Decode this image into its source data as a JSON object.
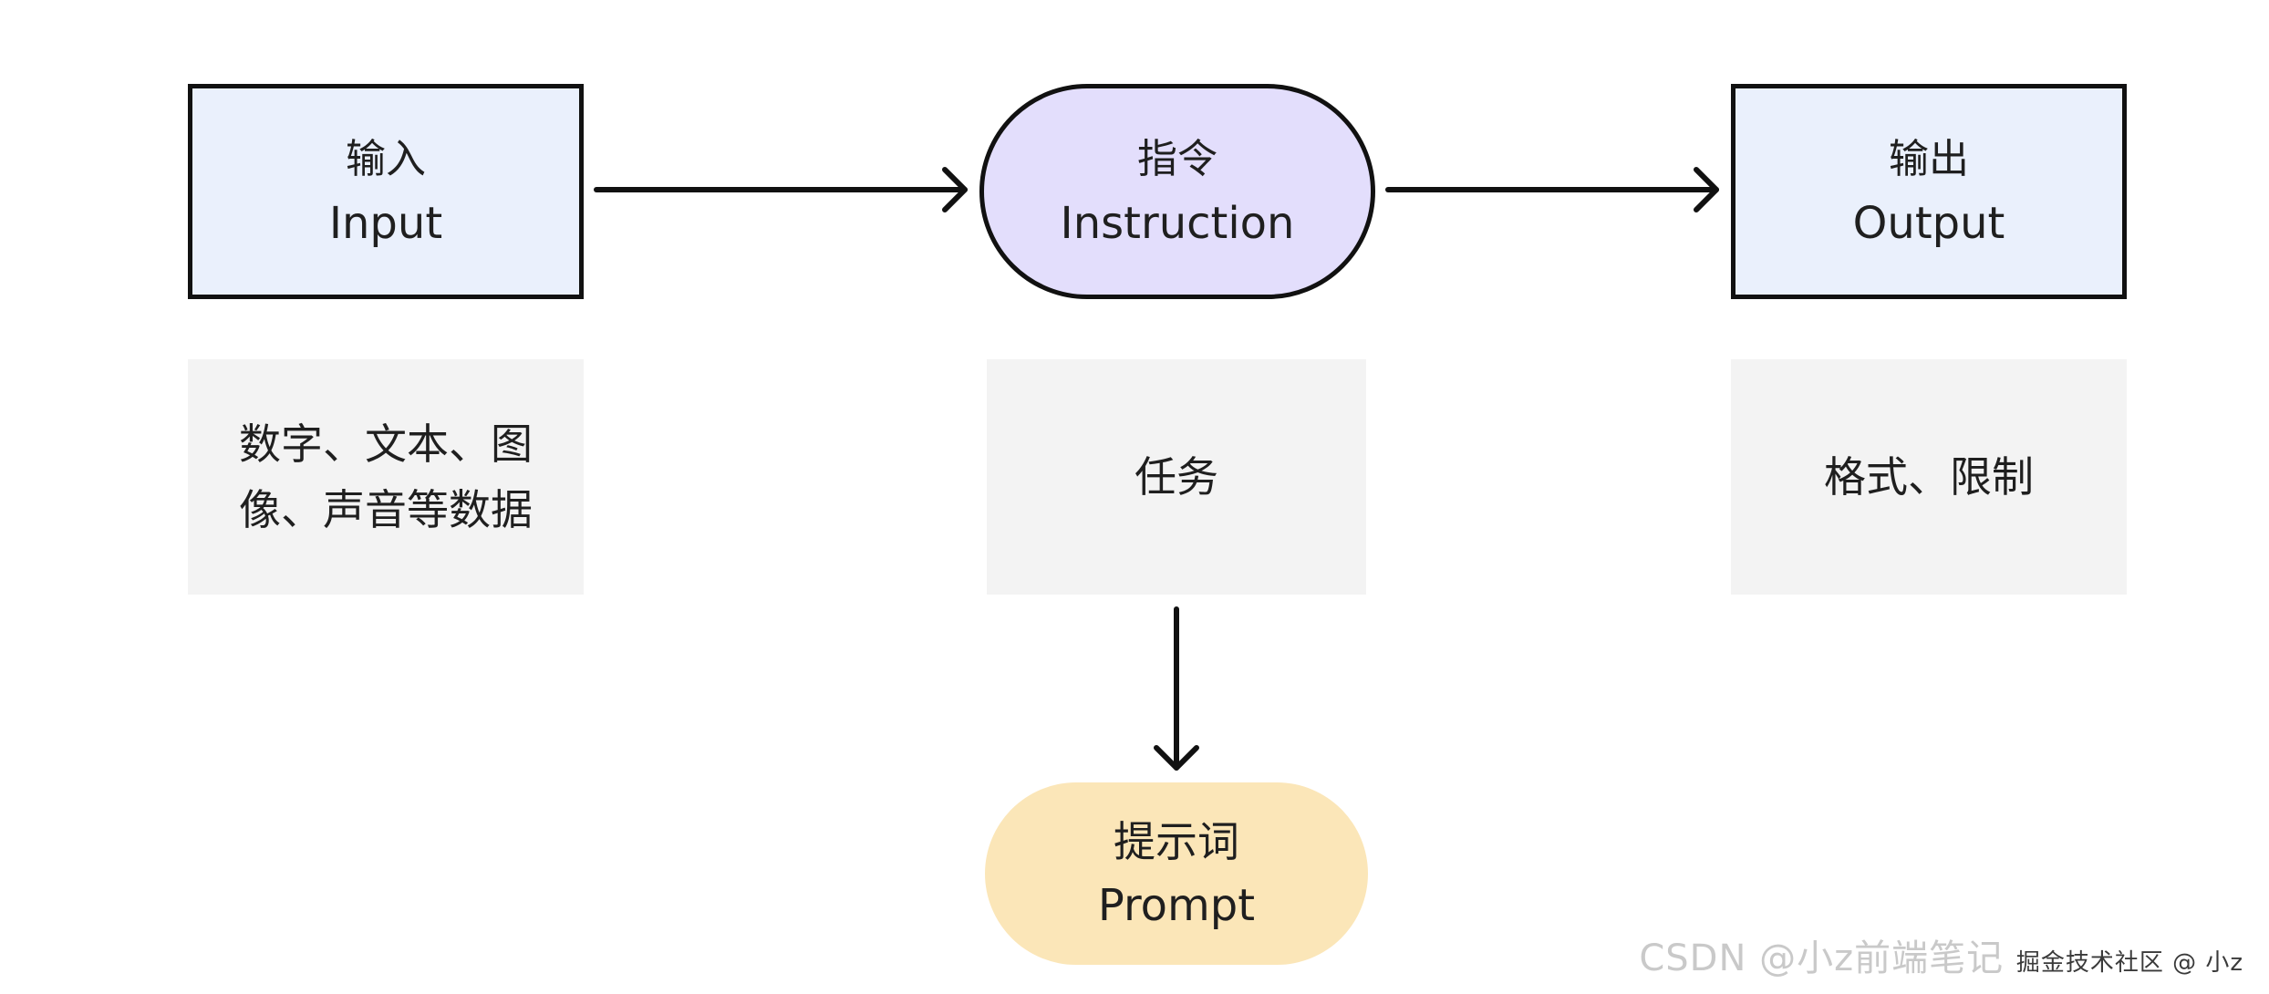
{
  "nodes": {
    "input": {
      "zh": "输入",
      "en": "Input"
    },
    "instruction": {
      "zh": "指令",
      "en": "Instruction"
    },
    "output": {
      "zh": "输出",
      "en": "Output"
    },
    "prompt": {
      "zh": "提示词",
      "en": "Prompt"
    }
  },
  "notes": {
    "input": "数字、文本、图像、声音等数据",
    "instruction": "任务",
    "output": "格式、限制"
  },
  "watermark": {
    "text": "CSDN @小z前端笔记",
    "overlay": "掘金技术社区 @ 小z"
  },
  "colors": {
    "input_fill": "#eaf0fc",
    "instruction_fill": "#e3defc",
    "output_fill": "#eaf0fc",
    "prompt_fill": "#fbe6b8",
    "note_fill": "#f3f3f3",
    "stroke": "#111111"
  }
}
